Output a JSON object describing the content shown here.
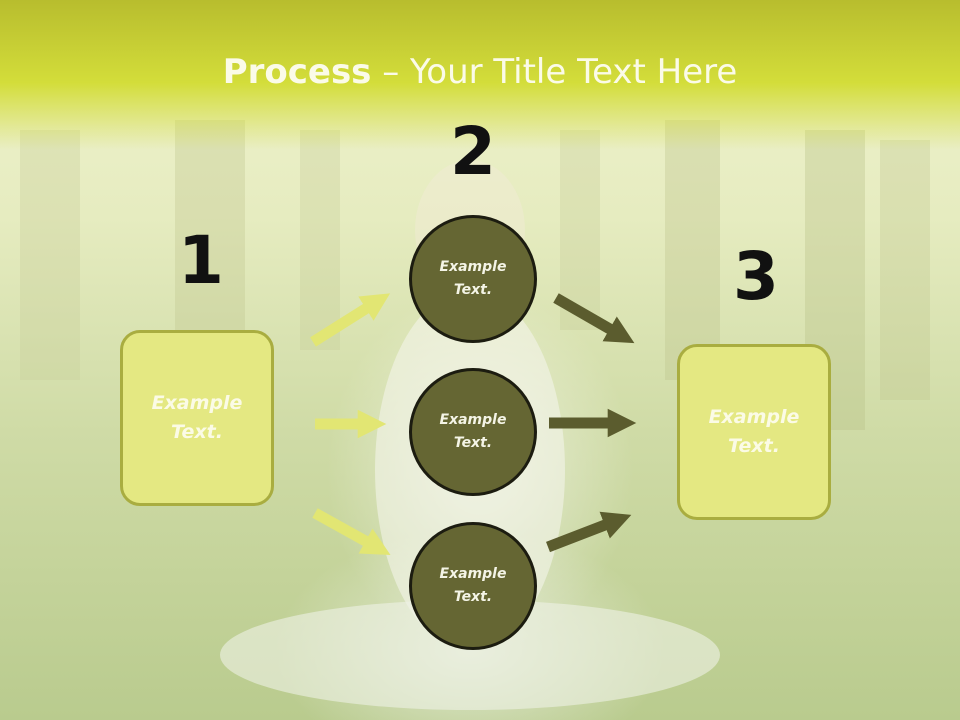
{
  "slide": {
    "title_bold": "Process",
    "title_rest": " – Your Title Text Here",
    "colors": {
      "header": "#d3dd3a",
      "box_fill": "#e4e882",
      "circle_fill": "#656633",
      "arrow_light": "#e2e673",
      "arrow_dark": "#5b5c2e"
    },
    "step_numbers": [
      "1",
      "2",
      "3"
    ],
    "left_box": {
      "text": "Example\nText."
    },
    "right_box": {
      "text": "Example\nText."
    },
    "circles": [
      {
        "text": "Example\nText."
      },
      {
        "text": "Example\nText."
      },
      {
        "text": "Example\nText."
      }
    ]
  }
}
